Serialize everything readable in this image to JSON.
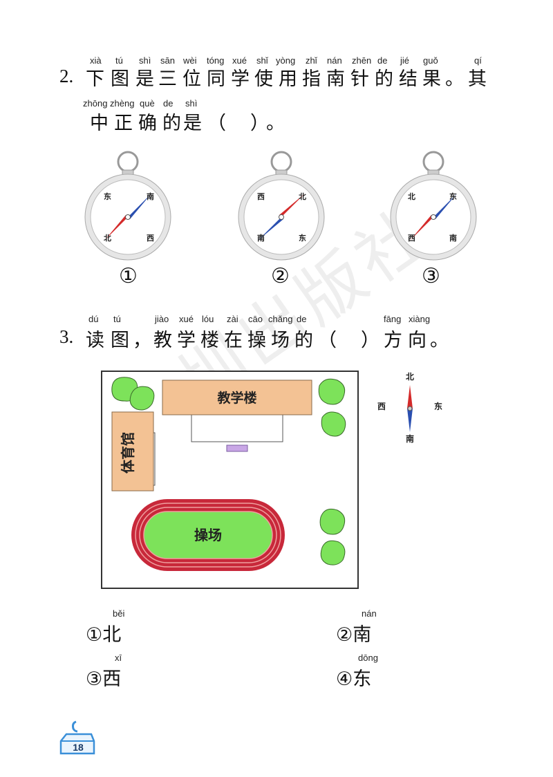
{
  "q2": {
    "number": "2.",
    "line1": {
      "pinyin": [
        "xià",
        "tú",
        "shì",
        "sān",
        "wèi",
        "tóng",
        "xué",
        "shǐ",
        "yòng",
        "zhǐ",
        "nán",
        "zhēn",
        "de",
        "jié",
        "guǒ",
        "qí"
      ],
      "hanzi": [
        "下",
        "图",
        "是",
        "三",
        "位",
        "同",
        "学",
        "使",
        "用",
        "指",
        "南",
        "针",
        "的",
        "结",
        "果",
        "。",
        "其"
      ]
    },
    "line2": {
      "pinyin": [
        "zhōng",
        "zhèng",
        "què",
        "de",
        "shì"
      ],
      "hanzi": [
        "中",
        "正",
        "确",
        "的",
        "是",
        "（",
        "）",
        "。"
      ]
    },
    "compasses": [
      {
        "label": "①",
        "top": "南",
        "left": "东",
        "bottom_left": "北",
        "bottom_right": "西"
      },
      {
        "label": "②",
        "top": "北",
        "left": "西",
        "bottom_left": "南",
        "bottom_right": "东"
      },
      {
        "label": "③",
        "top": "东",
        "left": "北",
        "bottom_left": "西",
        "bottom_right": "南"
      }
    ]
  },
  "q3": {
    "number": "3.",
    "pinyin": [
      "dú",
      "tú",
      "jiào",
      "xué",
      "lóu",
      "zài",
      "cāo",
      "chǎng",
      "de",
      "fāng",
      "xiàng"
    ],
    "hanzi": [
      "读",
      "图",
      "，",
      "教",
      "学",
      "楼",
      "在",
      "操",
      "场",
      "的",
      "（",
      "）",
      "方",
      "向",
      "。"
    ],
    "map": {
      "teaching_building": "教学楼",
      "gym": "体育馆",
      "playground": "操场",
      "compass": {
        "north": "北",
        "south": "南",
        "west": "西",
        "east": "东"
      }
    },
    "options": [
      {
        "num": "①",
        "pinyin": "běi",
        "text": "北"
      },
      {
        "num": "②",
        "pinyin": "nán",
        "text": "南"
      },
      {
        "num": "③",
        "pinyin": "xī",
        "text": "西"
      },
      {
        "num": "④",
        "pinyin": "dōng",
        "text": "东"
      }
    ]
  },
  "watermark": "深圳出版社",
  "page_number": "18",
  "colors": {
    "compass_red": "#d42a2a",
    "compass_blue": "#2a4fb0",
    "building_fill": "#f3c294",
    "tree_green": "#7de25a",
    "track_red": "#c8283a",
    "field_green": "#7de25a",
    "stage_purple": "#c9a7e6",
    "page_badge_blue": "#3a8fd8"
  }
}
